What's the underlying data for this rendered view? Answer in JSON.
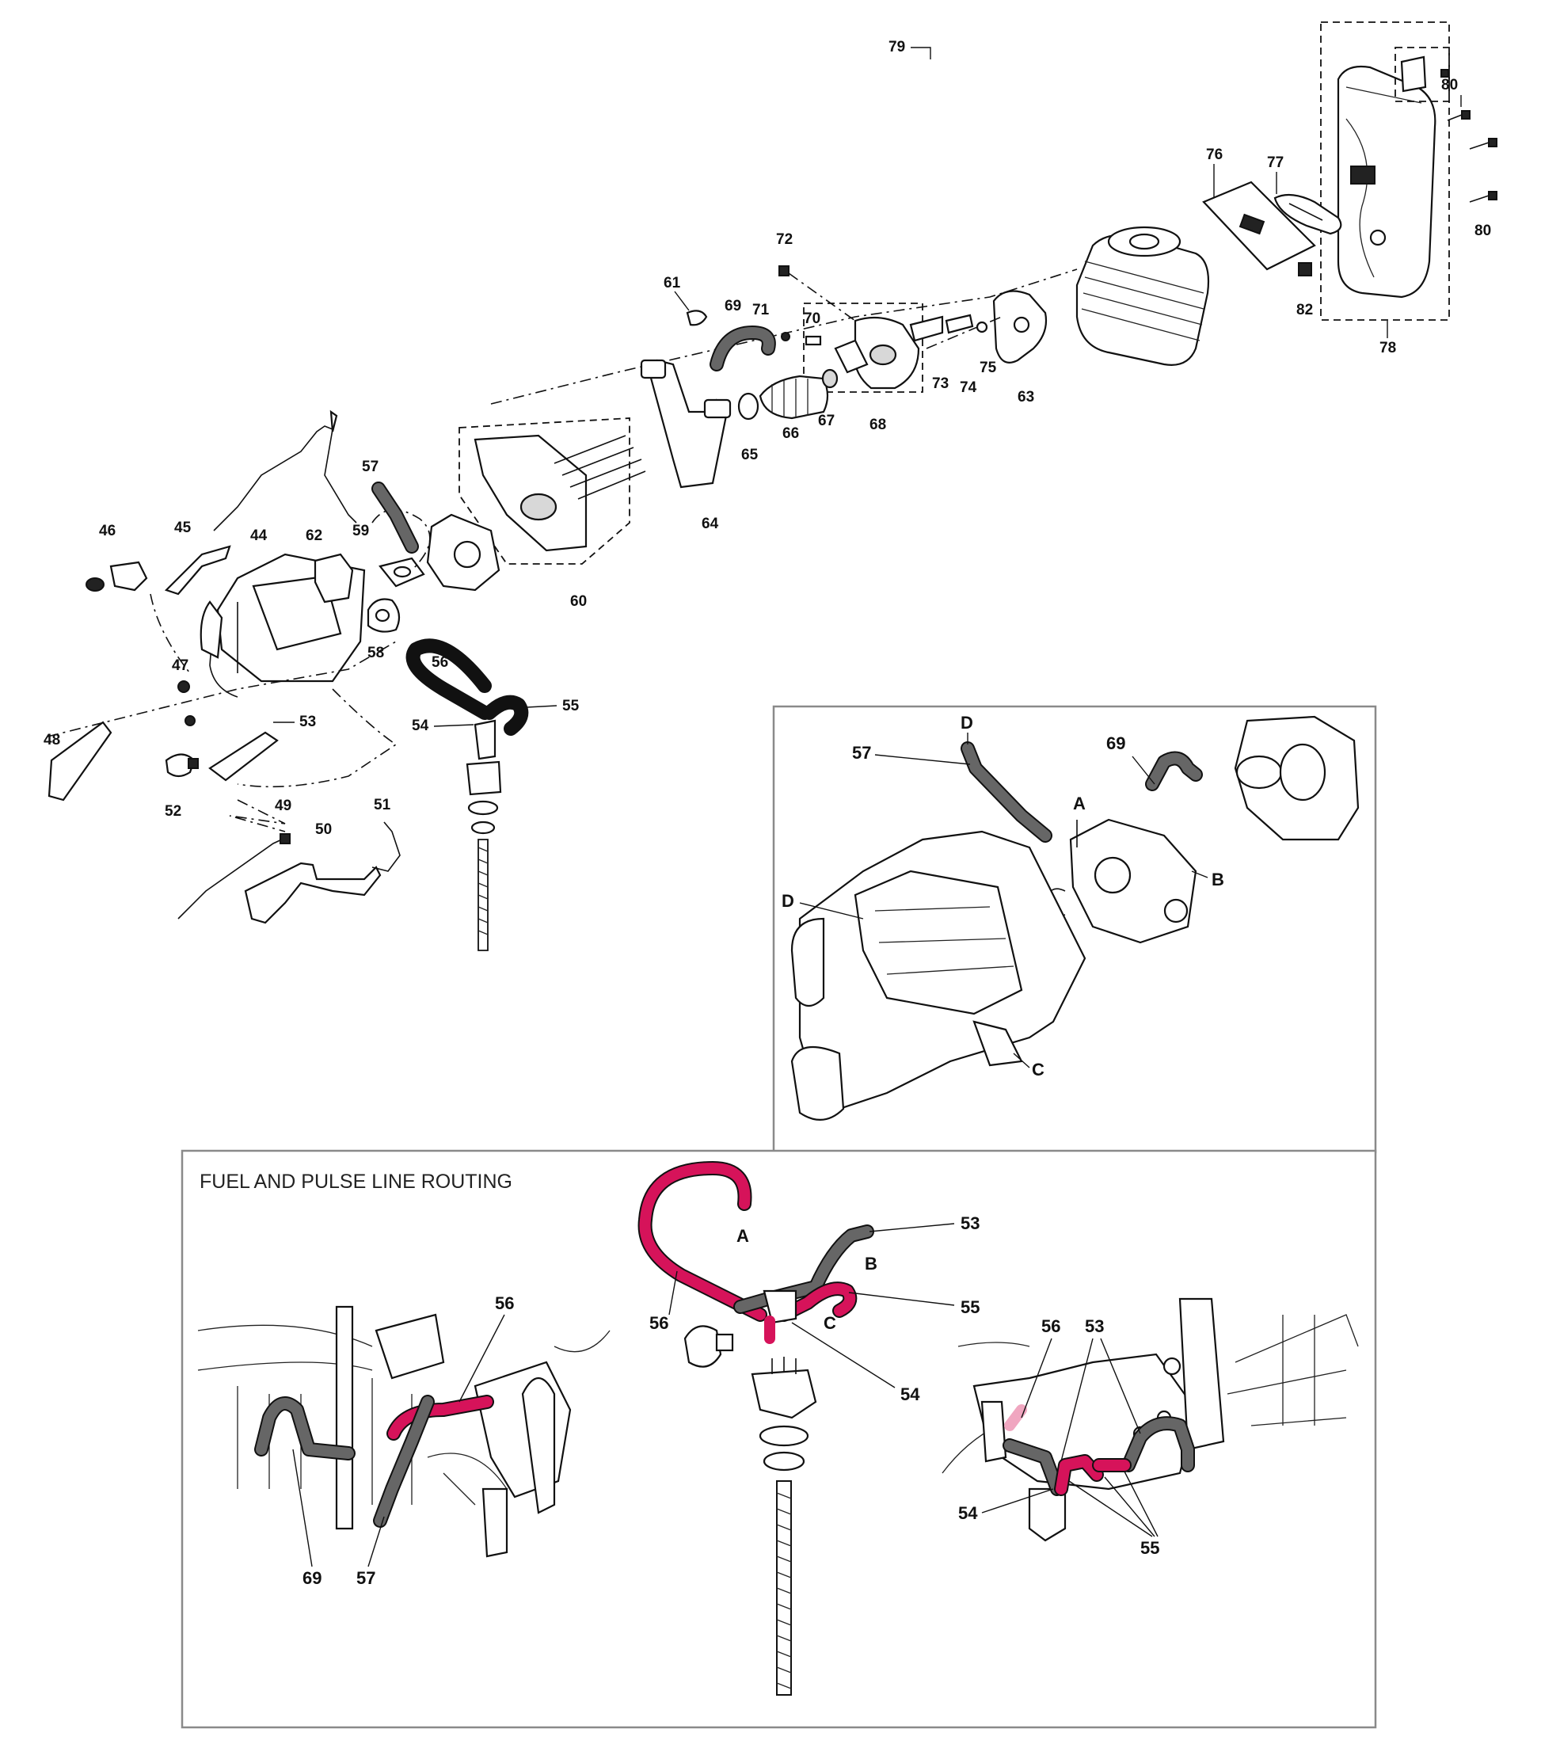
{
  "diagram": {
    "section_title": "FUEL AND PULSE LINE ROUTING",
    "part_numbers": [
      "44",
      "45",
      "46",
      "47",
      "48",
      "49",
      "50",
      "51",
      "52",
      "53",
      "54",
      "55",
      "56",
      "57",
      "58",
      "59",
      "60",
      "61",
      "62",
      "63",
      "64",
      "65",
      "66",
      "67",
      "68",
      "69",
      "70",
      "71",
      "72",
      "73",
      "74",
      "75",
      "76",
      "77",
      "78",
      "79",
      "80",
      "82"
    ],
    "callouts_detail": {
      "a": "A",
      "b": "B",
      "c": "C",
      "d": "D",
      "p57": "57",
      "p69": "69"
    },
    "callouts_routing_center": {
      "a": "A",
      "b": "B",
      "c": "C",
      "p53": "53",
      "p54": "54",
      "p55": "55",
      "p56": "56"
    },
    "callouts_routing_left": {
      "p56": "56",
      "p57": "57",
      "p69": "69"
    },
    "callouts_routing_right": {
      "p53": "53",
      "p54": "54",
      "p55": "55",
      "p56": "56"
    }
  }
}
